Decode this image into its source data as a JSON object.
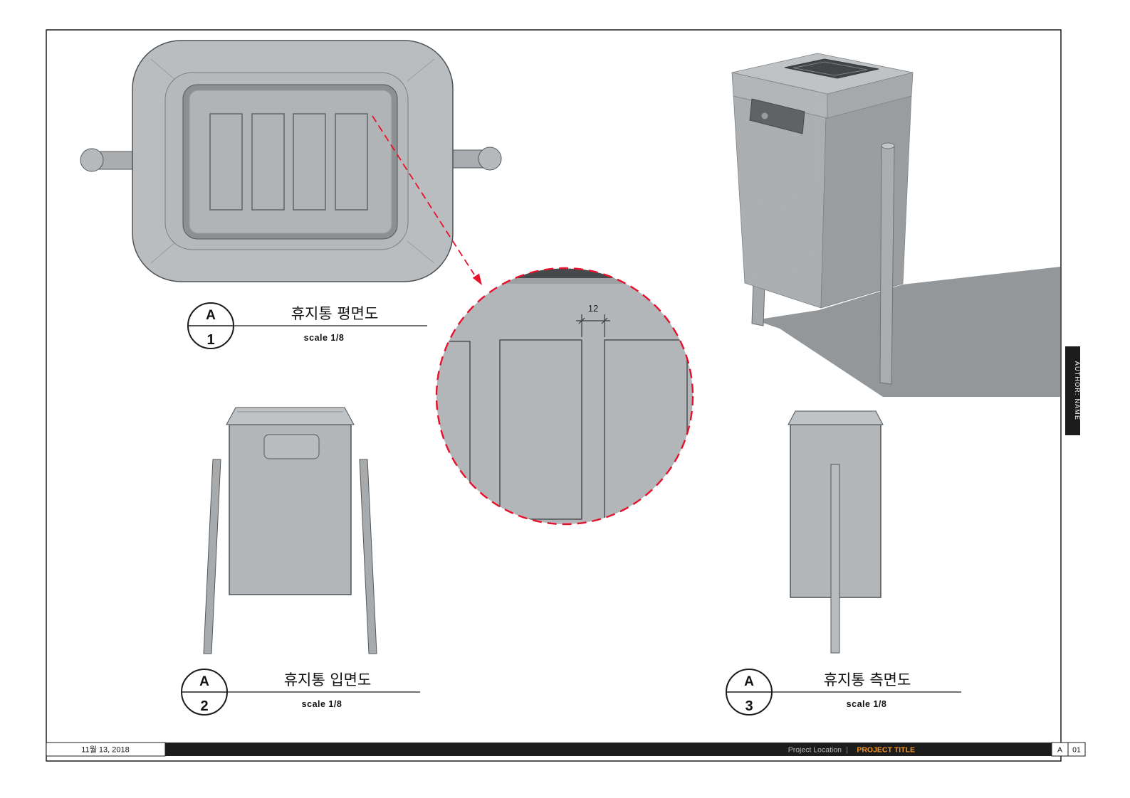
{
  "colors": {
    "accent_red": "#e8112d",
    "title_orange": "#f7941d",
    "bar_black": "#1c1c1c",
    "drawing_gray_light": "#c0c3c5",
    "drawing_gray_mid": "#b2b5b7",
    "drawing_gray_dark": "#8d9092",
    "line_dark": "#54575a"
  },
  "author_tab": {
    "label": "AUTHOR: NAME"
  },
  "titlebar": {
    "date": "11월 13, 2018",
    "project_location": "Project Location",
    "divider": "|",
    "project_title": "PROJECT TITLE",
    "revision_letter": "A",
    "sheet_number": "01"
  },
  "views": {
    "plan": {
      "bubble_letter": "A",
      "bubble_number": "1",
      "title": "휴지통 평면도",
      "scale": "scale 1/8"
    },
    "front": {
      "bubble_letter": "A",
      "bubble_number": "2",
      "title": "휴지통 입면도",
      "scale": "scale 1/8"
    },
    "side": {
      "bubble_letter": "A",
      "bubble_number": "3",
      "title": "휴지통 측면도",
      "scale": "scale 1/8"
    }
  },
  "detail": {
    "dimension_label": "12"
  }
}
